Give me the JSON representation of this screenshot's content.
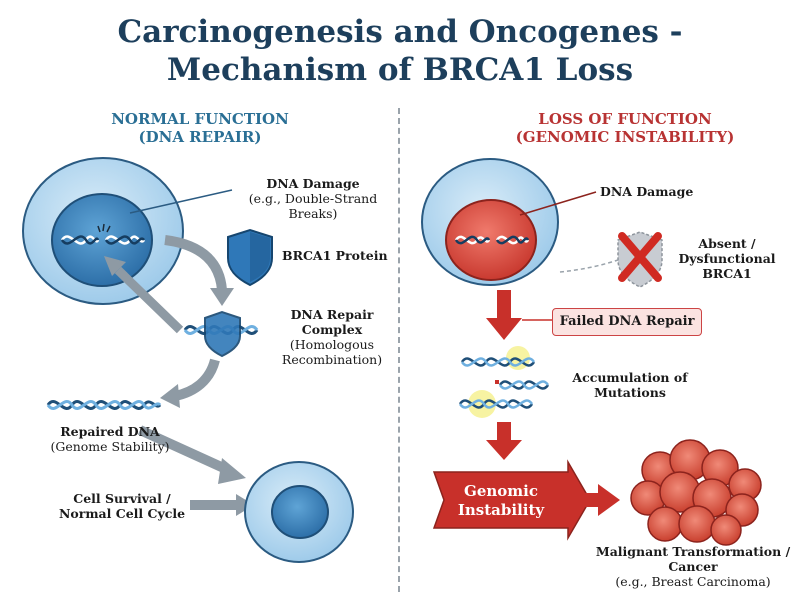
{
  "title_line1": "Carcinogenesis and Oncogenes -",
  "title_line2": "Mechanism of BRCA1 Loss",
  "left": {
    "heading_line1": "NORMAL FUNCTION",
    "heading_line2": "(DNA REPAIR)",
    "dna_damage": "DNA Damage",
    "dna_damage_sub": "(e.g., Double-Strand Breaks)",
    "brca1_protein": "BRCA1 Protein",
    "repair_complex_line1": "DNA Repair",
    "repair_complex_line2": "Complex",
    "repair_complex_sub1": "(Homologous",
    "repair_complex_sub2": "Recombination)",
    "repaired_dna": "Repaired DNA",
    "repaired_dna_sub": "(Genome Stability)",
    "cell_survival_line1": "Cell Survival /",
    "cell_survival_line2": "Normal Cell Cycle"
  },
  "right": {
    "heading_line1": "LOSS OF FUNCTION",
    "heading_line2": "(GENOMIC INSTABILITY)",
    "dna_damage": "DNA Damage",
    "absent_line1": "Absent /",
    "absent_line2": "Dysfunctional",
    "absent_line3": "BRCA1",
    "failed_repair": "Failed DNA Repair",
    "accumulation_line1": "Accumulation of",
    "accumulation_line2": "Mutations",
    "genomic_line1": "Genomic",
    "genomic_line2": "Instability",
    "malignant_line1": "Malignant Transformation /",
    "malignant_line2": "Cancer",
    "malignant_sub": "(e.g., Breast Carcinoma)"
  },
  "colors": {
    "title": "#1d3f5c",
    "normal_heading": "#2a6f95",
    "loss_heading": "#b83333",
    "cell_fill": "#b9daf0",
    "nucleus_fill": "#3e86bf",
    "damaged_nucleus": "#d9453b",
    "arrow_gray": "#8e9aa4",
    "arrow_red": "#c8302a"
  }
}
